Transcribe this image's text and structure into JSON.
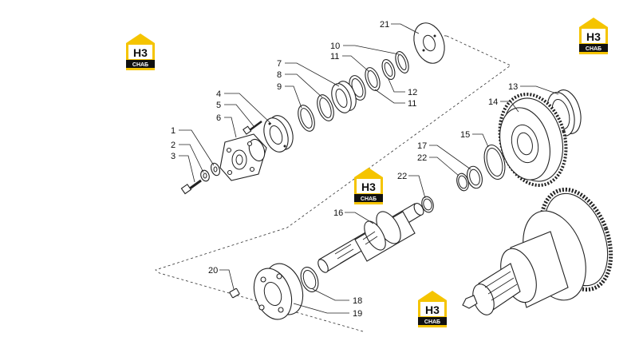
{
  "logo": {
    "mark": "H3",
    "brand": "CHAБ",
    "colors": {
      "yellow": "#f5c400",
      "black": "#111111",
      "white": "#ffffff"
    }
  },
  "callouts": {
    "c1": "1",
    "c2": "2",
    "c3": "3",
    "c4": "4",
    "c5": "5",
    "c6": "6",
    "c7": "7",
    "c8": "8",
    "c9": "9",
    "c10": "10",
    "c11a": "11",
    "c11b": "11",
    "c12": "12",
    "c13": "13",
    "c14": "14",
    "c15": "15",
    "c16": "16",
    "c17": "17",
    "c18": "18",
    "c19": "19",
    "c20": "20",
    "c21": "21",
    "c22a": "22",
    "c22b": "22"
  },
  "colors": {
    "line": "#222222",
    "background": "#ffffff"
  }
}
